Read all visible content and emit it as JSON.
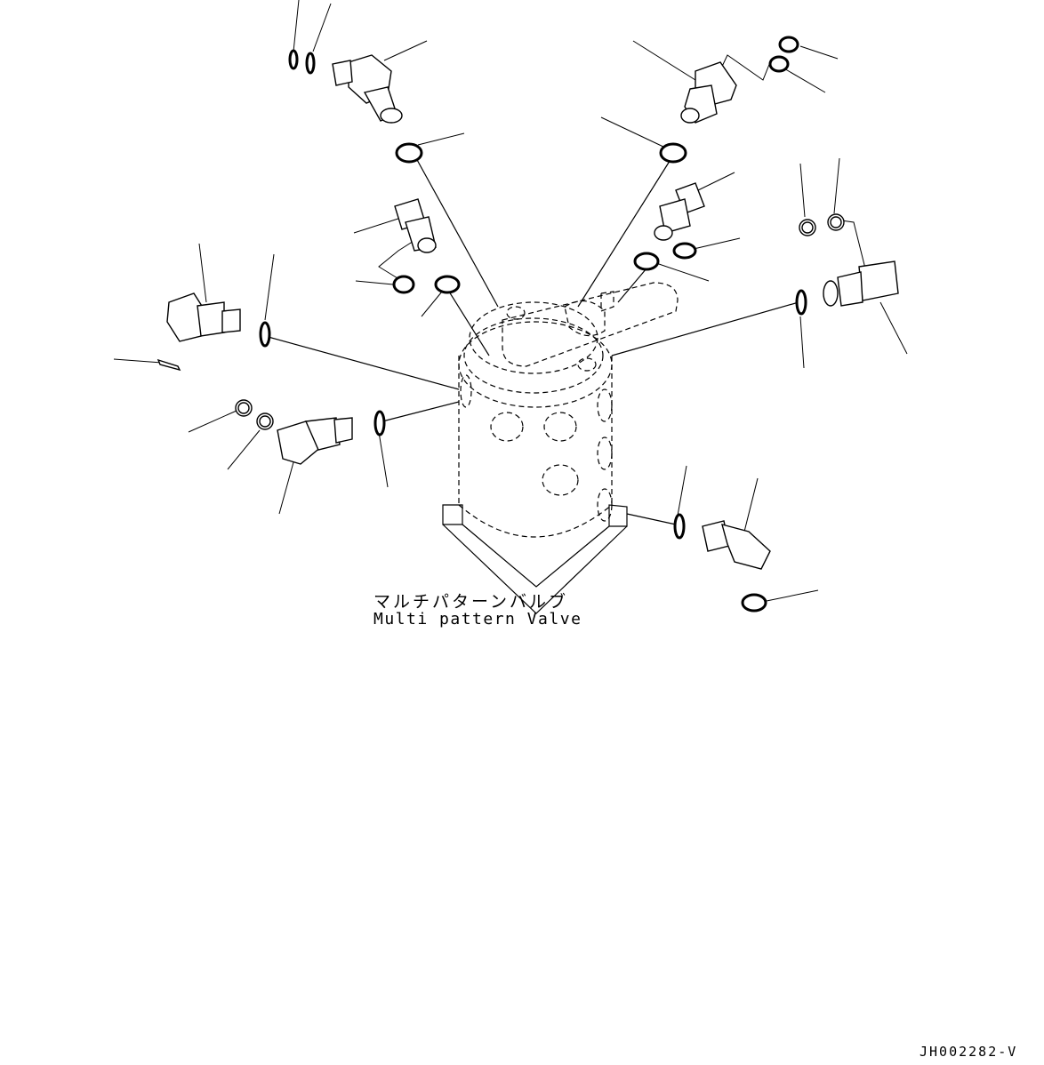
{
  "labels": {
    "jp": "マルチパターンバルブ",
    "en": "Multi pattern Valve"
  },
  "drawing_code": "JH002282-V"
}
